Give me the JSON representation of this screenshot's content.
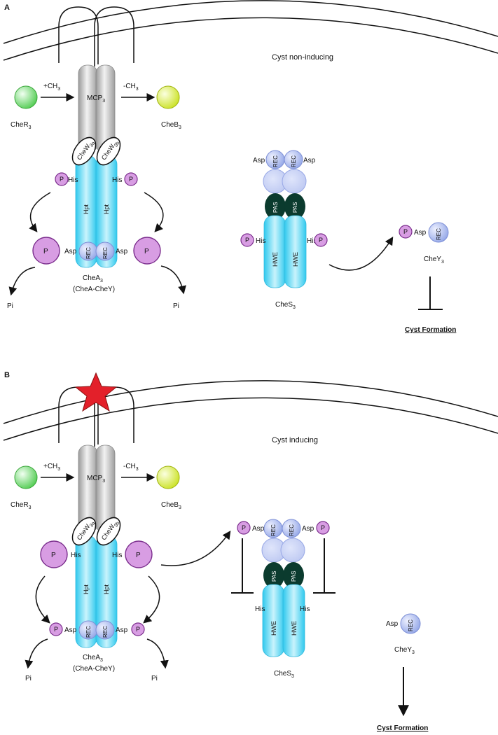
{
  "colors": {
    "membrane": "#111111",
    "mcp_gray": "#bdbdbd",
    "hpt_cyan": "#53d6f2",
    "rec_blue": "#a9b8f0",
    "pas_dark": "#0b3b2e",
    "phospho": "#d89de3",
    "phospho_stroke": "#7a2d8c",
    "cher_green": "#5fd45f",
    "cheb_yellow": "#d6ea2a",
    "star_red": "#e3202a"
  },
  "panels": [
    {
      "letter": "A",
      "state": "Cyst non-inducing",
      "cher": "CheR",
      "cher_sub": "3",
      "meth_add": "+CH",
      "meth_add_sub": "3",
      "meth_remove": "-CH",
      "meth_remove_sub": "3",
      "cheb": "CheB",
      "cheb_sub": "3",
      "mcp": "MCP",
      "mcp_sub": "3",
      "chew_a": "CheW",
      "chew_a_sub": "3a",
      "chew_b": "CheW",
      "chew_b_sub": "3b",
      "his": "His",
      "asp": "Asp",
      "p": "P",
      "hpt": "Hpt",
      "rec": "REC",
      "chea": "CheA",
      "chea_sub": "3",
      "chea_full": "(CheA-CheY)",
      "pi": "Pi",
      "pas": "PAS",
      "hwe": "HWE",
      "ches": "CheS",
      "ches_sub": "3",
      "chey": "CheY",
      "chey_sub": "3",
      "outcome_word1": "Cyst",
      "outcome_word2": "Formation"
    },
    {
      "letter": "B",
      "state": "Cyst inducing",
      "cher": "CheR",
      "cher_sub": "3",
      "meth_add": "+CH",
      "meth_add_sub": "3",
      "meth_remove": "-CH",
      "meth_remove_sub": "3",
      "cheb": "CheB",
      "cheb_sub": "3",
      "mcp": "MCP",
      "mcp_sub": "3",
      "chew_a": "CheW",
      "chew_a_sub": "3a",
      "chew_b": "CheW",
      "chew_b_sub": "3b",
      "his": "His",
      "asp": "Asp",
      "p": "P",
      "hpt": "Hpt",
      "rec": "REC",
      "chea": "CheA",
      "chea_sub": "3",
      "chea_full": "(CheA-CheY)",
      "pi": "Pi",
      "pas": "PAS",
      "hwe": "HWE",
      "ches": "CheS",
      "ches_sub": "3",
      "chey": "CheY",
      "chey_sub": "3",
      "outcome_word1": "Cyst",
      "outcome_word2": "Formation"
    }
  ]
}
